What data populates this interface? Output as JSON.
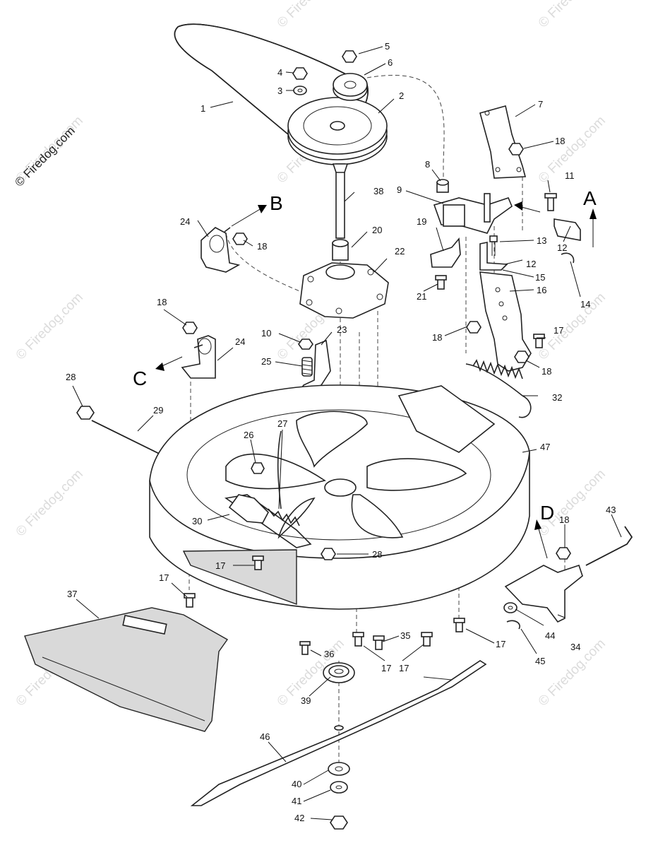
{
  "watermark": "© Firedog.com",
  "view_letters": [
    "A",
    "B",
    "C",
    "D"
  ],
  "callouts": [
    "1",
    "2",
    "3",
    "4",
    "5",
    "6",
    "7",
    "8",
    "9",
    "10",
    "11",
    "12",
    "12",
    "13",
    "14",
    "15",
    "16",
    "17",
    "17",
    "17",
    "17",
    "17",
    "17",
    "18",
    "18",
    "18",
    "18",
    "18",
    "18",
    "18",
    "19",
    "20",
    "21",
    "22",
    "23",
    "24",
    "24",
    "25",
    "26",
    "27",
    "28",
    "28",
    "29",
    "30",
    "32",
    "34",
    "35",
    "36",
    "37",
    "38",
    "39",
    "40",
    "41",
    "42",
    "43",
    "44",
    "45",
    "46",
    "47"
  ]
}
